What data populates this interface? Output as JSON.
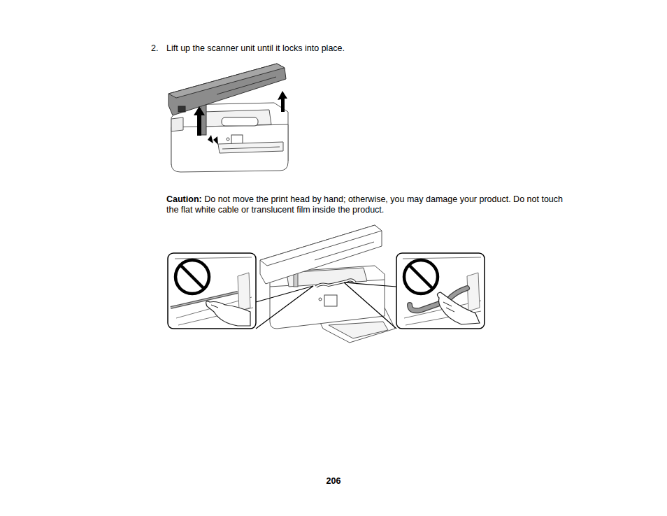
{
  "diagram": {
    "labels": [
      "2.",
      "Lift up the scanner unit until it locks into place.",
      "Caution:",
      "Do not move the print head by hand; otherwise, you may damage your product. Do not touch the flat white cable or translucent film inside the product.",
      "206"
    ]
  }
}
